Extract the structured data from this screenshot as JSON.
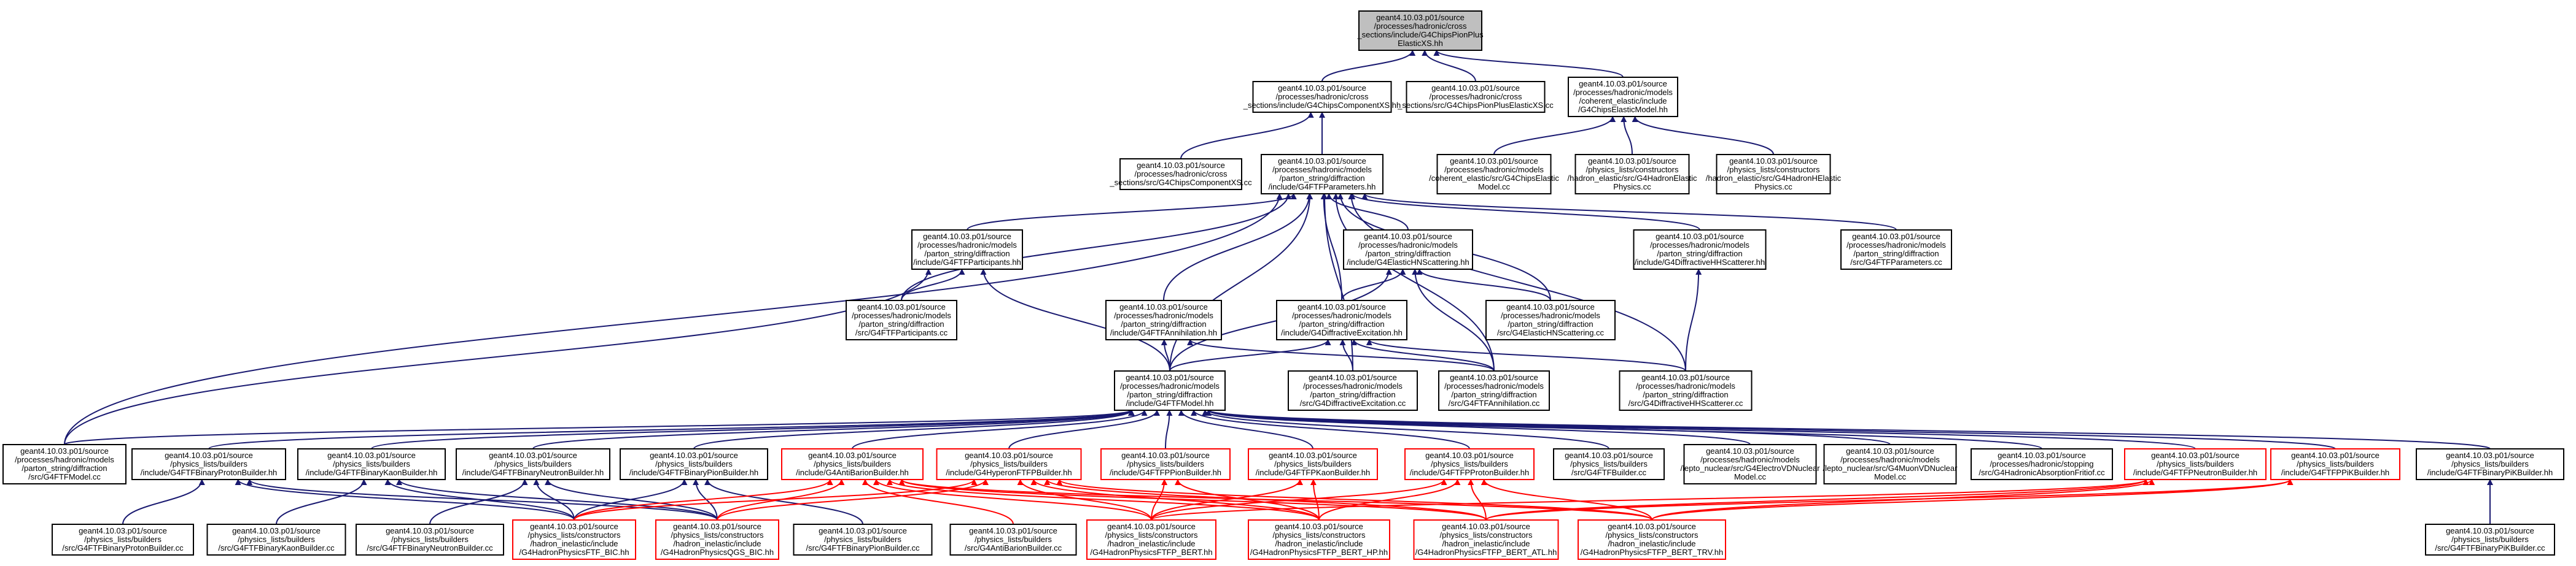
{
  "colors": {
    "edge": "#191970",
    "edge_red": "#ff0000",
    "node_border": "#000000",
    "node_border_red": "#ff0000",
    "root_fill": "#bfbfbf",
    "node_fill": "#ffffff"
  },
  "nodes": [
    {
      "id": "root",
      "lines": [
        "geant4.10.03.p01/source",
        "/processes/hadronic/cross",
        "_sections/include/G4ChipsPionPlus",
        "ElasticXS.hh"
      ],
      "style": "root"
    },
    {
      "id": "compXS_hh",
      "lines": [
        "geant4.10.03.p01/source",
        "/processes/hadronic/cross",
        "_sections/include/G4ChipsComponentXS.hh"
      ]
    },
    {
      "id": "pionplus_cc",
      "lines": [
        "geant4.10.03.p01/source",
        "/processes/hadronic/cross",
        "_sections/src/G4ChipsPionPlusElasticXS.cc"
      ]
    },
    {
      "id": "chipsEl_hh",
      "lines": [
        "geant4.10.03.p01/source",
        "/processes/hadronic/models",
        "/coherent_elastic/include",
        "/G4ChipsElasticModel.hh"
      ]
    },
    {
      "id": "compXS_cc",
      "lines": [
        "geant4.10.03.p01/source",
        "/processes/hadronic/cross",
        "_sections/src/G4ChipsComponentXS.cc"
      ]
    },
    {
      "id": "ftfparams_hh",
      "lines": [
        "geant4.10.03.p01/source",
        "/processes/hadronic/models",
        "/parton_string/diffraction",
        "/include/G4FTFParameters.hh"
      ]
    },
    {
      "id": "chipsEl_cc",
      "lines": [
        "geant4.10.03.p01/source",
        "/processes/hadronic/models",
        "/coherent_elastic/src/G4ChipsElastic",
        "Model.cc"
      ]
    },
    {
      "id": "hadronEl_cc",
      "lines": [
        "geant4.10.03.p01/source",
        "/physics_lists/constructors",
        "/hadron_elastic/src/G4HadronElastic",
        "Physics.cc"
      ]
    },
    {
      "id": "hadronHEl_cc",
      "lines": [
        "geant4.10.03.p01/source",
        "/physics_lists/constructors",
        "/hadron_elastic/src/G4HadronHElastic",
        "Physics.cc"
      ]
    },
    {
      "id": "ftfpart_hh",
      "lines": [
        "geant4.10.03.p01/source",
        "/processes/hadronic/models",
        "/parton_string/diffraction",
        "/include/G4FTFParticipants.hh"
      ]
    },
    {
      "id": "elhn_hh",
      "lines": [
        "geant4.10.03.p01/source",
        "/processes/hadronic/models",
        "/parton_string/diffraction",
        "/include/G4ElasticHNScattering.hh"
      ]
    },
    {
      "id": "diffhh_hh",
      "lines": [
        "geant4.10.03.p01/source",
        "/processes/hadronic/models",
        "/parton_string/diffraction",
        "/include/G4DiffractiveHHScatterer.hh"
      ]
    },
    {
      "id": "ftfparams_cc",
      "lines": [
        "geant4.10.03.p01/source",
        "/processes/hadronic/models",
        "/parton_string/diffraction",
        "/src/G4FTFParameters.cc"
      ]
    },
    {
      "id": "ftfpart_cc",
      "lines": [
        "geant4.10.03.p01/source",
        "/processes/hadronic/models",
        "/parton_string/diffraction",
        "/src/G4FTFParticipants.cc"
      ]
    },
    {
      "id": "ftfann_hh",
      "lines": [
        "geant4.10.03.p01/source",
        "/processes/hadronic/models",
        "/parton_string/diffraction",
        "/include/G4FTFAnnihilation.hh"
      ]
    },
    {
      "id": "diffex_hh",
      "lines": [
        "geant4.10.03.p01/source",
        "/processes/hadronic/models",
        "/parton_string/diffraction",
        "/include/G4DiffractiveExcitation.hh"
      ]
    },
    {
      "id": "elhn_cc",
      "lines": [
        "geant4.10.03.p01/source",
        "/processes/hadronic/models",
        "/parton_string/diffraction",
        "/src/G4ElasticHNScattering.cc"
      ]
    },
    {
      "id": "ftfmodel_hh",
      "lines": [
        "geant4.10.03.p01/source",
        "/processes/hadronic/models",
        "/parton_string/diffraction",
        "/include/G4FTFModel.hh"
      ]
    },
    {
      "id": "diffex_cc",
      "lines": [
        "geant4.10.03.p01/source",
        "/processes/hadronic/models",
        "/parton_string/diffraction",
        "/src/G4DiffractiveExcitation.cc"
      ]
    },
    {
      "id": "ftfann_cc",
      "lines": [
        "geant4.10.03.p01/source",
        "/processes/hadronic/models",
        "/parton_string/diffraction",
        "/src/G4FTFAnnihilation.cc"
      ]
    },
    {
      "id": "diffhh_cc",
      "lines": [
        "geant4.10.03.p01/source",
        "/processes/hadronic/models",
        "/parton_string/diffraction",
        "/src/G4DiffractiveHHScatterer.cc"
      ]
    },
    {
      "id": "ftfmodel_cc",
      "lines": [
        "geant4.10.03.p01/source",
        "/processes/hadronic/models",
        "/parton_string/diffraction",
        "/src/G4FTFModel.cc"
      ]
    },
    {
      "id": "bprot_hh",
      "lines": [
        "geant4.10.03.p01/source",
        "/physics_lists/builders",
        "/include/G4FTFBinaryProtonBuilder.hh"
      ]
    },
    {
      "id": "bkaon_hh",
      "lines": [
        "geant4.10.03.p01/source",
        "/physics_lists/builders",
        "/include/G4FTFBinaryKaonBuilder.hh"
      ]
    },
    {
      "id": "bneut_hh",
      "lines": [
        "geant4.10.03.p01/source",
        "/physics_lists/builders",
        "/include/G4FTFBinaryNeutronBuilder.hh"
      ]
    },
    {
      "id": "bpion_hh",
      "lines": [
        "geant4.10.03.p01/source",
        "/physics_lists/builders",
        "/include/G4FTFBinaryPionBuilder.hh"
      ]
    },
    {
      "id": "antibar_hh",
      "lines": [
        "geant4.10.03.p01/source",
        "/physics_lists/builders",
        "/include/G4AntiBarionBuilder.hh"
      ],
      "style": "red"
    },
    {
      "id": "hyper_hh",
      "lines": [
        "geant4.10.03.p01/source",
        "/physics_lists/builders",
        "/include/G4HyperonFTFPBuilder.hh"
      ],
      "style": "red"
    },
    {
      "id": "fpion_hh",
      "lines": [
        "geant4.10.03.p01/source",
        "/physics_lists/builders",
        "/include/G4FTFPPionBuilder.hh"
      ],
      "style": "red"
    },
    {
      "id": "fkaon_hh",
      "lines": [
        "geant4.10.03.p01/source",
        "/physics_lists/builders",
        "/include/G4FTFPKaonBuilder.hh"
      ],
      "style": "red"
    },
    {
      "id": "fprot_hh",
      "lines": [
        "geant4.10.03.p01/source",
        "/physics_lists/builders",
        "/include/G4FTFPProtonBuilder.hh"
      ],
      "style": "red"
    },
    {
      "id": "ftfbuilder_cc",
      "lines": [
        "geant4.10.03.p01/source",
        "/physics_lists/builders",
        "/src/G4FTFBuilder.cc"
      ]
    },
    {
      "id": "ionvd_cc",
      "lines": [
        "geant4.10.03.p01/source",
        "/processes/hadronic/models",
        "/lepto_nuclear/src/G4ElectroVDNuclear",
        "Model.cc"
      ]
    },
    {
      "id": "muonvd_cc",
      "lines": [
        "geant4.10.03.p01/source",
        "/processes/hadronic/models",
        "/lepto_nuclear/src/G4MuonVDNuclear",
        "Model.cc"
      ]
    },
    {
      "id": "absfritiof_cc",
      "lines": [
        "geant4.10.03.p01/source",
        "/processes/hadronic/stopping",
        "/src/G4HadronicAbsorptionFritiof.cc"
      ]
    },
    {
      "id": "fneut_hh",
      "lines": [
        "geant4.10.03.p01/source",
        "/physics_lists/builders",
        "/include/G4FTFPNeutronBuilder.hh"
      ],
      "style": "red"
    },
    {
      "id": "fpik_hh",
      "lines": [
        "geant4.10.03.p01/source",
        "/physics_lists/builders",
        "/include/G4FTFPPiKBuilder.hh"
      ],
      "style": "red"
    },
    {
      "id": "bpik_hh",
      "lines": [
        "geant4.10.03.p01/source",
        "/physics_lists/builders",
        "/include/G4FTFBinaryPiKBuilder.hh"
      ]
    },
    {
      "id": "bprot_cc",
      "lines": [
        "geant4.10.03.p01/source",
        "/physics_lists/builders",
        "/src/G4FTFBinaryProtonBuilder.cc"
      ]
    },
    {
      "id": "bkaon_cc",
      "lines": [
        "geant4.10.03.p01/source",
        "/physics_lists/builders",
        "/src/G4FTFBinaryKaonBuilder.cc"
      ]
    },
    {
      "id": "bneut_cc",
      "lines": [
        "geant4.10.03.p01/source",
        "/physics_lists/builders",
        "/src/G4FTFBinaryNeutronBuilder.cc"
      ]
    },
    {
      "id": "ftfbic_hh",
      "lines": [
        "geant4.10.03.p01/source",
        "/physics_lists/constructors",
        "/hadron_inelastic/include",
        "/G4HadronPhysicsFTF_BIC.hh"
      ],
      "style": "red"
    },
    {
      "id": "qgsbic_hh",
      "lines": [
        "geant4.10.03.p01/source",
        "/physics_lists/constructors",
        "/hadron_inelastic/include",
        "/G4HadronPhysicsQGS_BIC.hh"
      ],
      "style": "red"
    },
    {
      "id": "bpion_cc",
      "lines": [
        "geant4.10.03.p01/source",
        "/physics_lists/builders",
        "/src/G4FTFBinaryPionBuilder.cc"
      ]
    },
    {
      "id": "antibar_cc",
      "lines": [
        "geant4.10.03.p01/source",
        "/physics_lists/builders",
        "/src/G4AntiBarionBuilder.cc"
      ]
    },
    {
      "id": "ftfpbert_hh",
      "lines": [
        "geant4.10.03.p01/source",
        "/physics_lists/constructors",
        "/hadron_inelastic/include",
        "/G4HadronPhysicsFTFP_BERT.hh"
      ],
      "style": "red"
    },
    {
      "id": "ftfpbhp_hh",
      "lines": [
        "geant4.10.03.p01/source",
        "/physics_lists/constructors",
        "/hadron_inelastic/include",
        "/G4HadronPhysicsFTFP_BERT_HP.hh"
      ],
      "style": "red"
    },
    {
      "id": "ftfpatl_hh",
      "lines": [
        "geant4.10.03.p01/source",
        "/physics_lists/constructors",
        "/hadron_inelastic/include",
        "/G4HadronPhysicsFTFP_BERT_ATL.hh"
      ],
      "style": "red"
    },
    {
      "id": "ftfptrv_hh",
      "lines": [
        "geant4.10.03.p01/source",
        "/physics_lists/constructors",
        "/hadron_inelastic/include",
        "/G4HadronPhysicsFTFP_BERT_TRV.hh"
      ],
      "style": "red"
    },
    {
      "id": "bpik_cc",
      "lines": [
        "geant4.10.03.p01/source",
        "/physics_lists/builders",
        "/src/G4FTFBinaryPiKBuilder.cc"
      ]
    }
  ],
  "edges": [
    [
      "compXS_hh",
      "root"
    ],
    [
      "pionplus_cc",
      "root"
    ],
    [
      "chipsEl_hh",
      "root"
    ],
    [
      "compXS_cc",
      "compXS_hh"
    ],
    [
      "ftfparams_hh",
      "compXS_hh"
    ],
    [
      "chipsEl_cc",
      "chipsEl_hh"
    ],
    [
      "hadronEl_cc",
      "chipsEl_hh"
    ],
    [
      "hadronHEl_cc",
      "chipsEl_hh"
    ],
    [
      "ftfpart_hh",
      "ftfparams_hh"
    ],
    [
      "elhn_hh",
      "ftfparams_hh"
    ],
    [
      "diffhh_hh",
      "ftfparams_hh"
    ],
    [
      "ftfparams_cc",
      "ftfparams_hh"
    ],
    [
      "ftfpart_cc",
      "ftfparams_hh"
    ],
    [
      "ftfann_hh",
      "ftfparams_hh"
    ],
    [
      "diffex_hh",
      "ftfparams_hh"
    ],
    [
      "elhn_cc",
      "ftfparams_hh"
    ],
    [
      "ftfmodel_hh",
      "ftfparams_hh"
    ],
    [
      "ftfmodel_cc",
      "ftfparams_hh"
    ],
    [
      "diffex_cc",
      "ftfparams_hh"
    ],
    [
      "ftfann_cc",
      "ftfparams_hh"
    ],
    [
      "diffhh_cc",
      "ftfparams_hh"
    ],
    [
      "ftfpart_cc",
      "ftfpart_hh"
    ],
    [
      "ftfmodel_hh",
      "ftfpart_hh"
    ],
    [
      "ftfmodel_cc",
      "ftfpart_hh"
    ],
    [
      "diffex_hh",
      "elhn_hh"
    ],
    [
      "elhn_cc",
      "elhn_hh"
    ],
    [
      "ftfmodel_hh",
      "elhn_hh"
    ],
    [
      "ftfann_cc",
      "elhn_hh"
    ],
    [
      "diffhh_cc",
      "diffhh_hh"
    ],
    [
      "ftfmodel_hh",
      "ftfann_hh"
    ],
    [
      "ftfann_cc",
      "ftfann_hh"
    ],
    [
      "ftfmodel_hh",
      "diffex_hh"
    ],
    [
      "diffex_cc",
      "diffex_hh"
    ],
    [
      "ftfann_cc",
      "diffex_hh"
    ],
    [
      "diffhh_cc",
      "diffex_hh"
    ],
    [
      "ftfmodel_cc",
      "ftfmodel_hh"
    ],
    [
      "bprot_hh",
      "ftfmodel_hh"
    ],
    [
      "bkaon_hh",
      "ftfmodel_hh"
    ],
    [
      "bneut_hh",
      "ftfmodel_hh"
    ],
    [
      "bpion_hh",
      "ftfmodel_hh"
    ],
    [
      "antibar_hh",
      "ftfmodel_hh"
    ],
    [
      "hyper_hh",
      "ftfmodel_hh"
    ],
    [
      "fpion_hh",
      "ftfmodel_hh"
    ],
    [
      "fkaon_hh",
      "ftfmodel_hh"
    ],
    [
      "fprot_hh",
      "ftfmodel_hh"
    ],
    [
      "ftfbuilder_cc",
      "ftfmodel_hh"
    ],
    [
      "ionvd_cc",
      "ftfmodel_hh"
    ],
    [
      "muonvd_cc",
      "ftfmodel_hh"
    ],
    [
      "absfritiof_cc",
      "ftfmodel_hh"
    ],
    [
      "fneut_hh",
      "ftfmodel_hh"
    ],
    [
      "fpik_hh",
      "ftfmodel_hh"
    ],
    [
      "bpik_hh",
      "ftfmodel_hh"
    ],
    [
      "bprot_cc",
      "bprot_hh"
    ],
    [
      "ftfbic_hh",
      "bprot_hh"
    ],
    [
      "qgsbic_hh",
      "bprot_hh"
    ],
    [
      "bkaon_cc",
      "bkaon_hh"
    ],
    [
      "ftfbic_hh",
      "bkaon_hh"
    ],
    [
      "qgsbic_hh",
      "bkaon_hh"
    ],
    [
      "bneut_cc",
      "bneut_hh"
    ],
    [
      "ftfbic_hh",
      "bneut_hh"
    ],
    [
      "qgsbic_hh",
      "bneut_hh"
    ],
    [
      "bpion_cc",
      "bpion_hh"
    ],
    [
      "ftfbic_hh",
      "bpion_hh"
    ],
    [
      "qgsbic_hh",
      "bpion_hh"
    ],
    [
      "antibar_cc",
      "antibar_hh",
      "red"
    ],
    [
      "ftfbic_hh",
      "antibar_hh",
      "red"
    ],
    [
      "qgsbic_hh",
      "antibar_hh",
      "red"
    ],
    [
      "ftfpbert_hh",
      "antibar_hh",
      "red"
    ],
    [
      "ftfpbhp_hh",
      "antibar_hh",
      "red"
    ],
    [
      "ftfpatl_hh",
      "antibar_hh",
      "red"
    ],
    [
      "ftfptrv_hh",
      "antibar_hh",
      "red"
    ],
    [
      "ftfbic_hh",
      "hyper_hh",
      "red"
    ],
    [
      "qgsbic_hh",
      "hyper_hh",
      "red"
    ],
    [
      "ftfpbert_hh",
      "hyper_hh",
      "red"
    ],
    [
      "ftfpbhp_hh",
      "hyper_hh",
      "red"
    ],
    [
      "ftfpatl_hh",
      "hyper_hh",
      "red"
    ],
    [
      "ftfptrv_hh",
      "hyper_hh",
      "red"
    ],
    [
      "ftfpbert_hh",
      "fpion_hh",
      "red"
    ],
    [
      "ftfpbhp_hh",
      "fpion_hh",
      "red"
    ],
    [
      "ftfpbert_hh",
      "fkaon_hh",
      "red"
    ],
    [
      "ftfpbhp_hh",
      "fkaon_hh",
      "red"
    ],
    [
      "ftfpbert_hh",
      "fprot_hh",
      "red"
    ],
    [
      "ftfpbhp_hh",
      "fprot_hh",
      "red"
    ],
    [
      "ftfpatl_hh",
      "fprot_hh",
      "red"
    ],
    [
      "ftfptrv_hh",
      "fprot_hh",
      "red"
    ],
    [
      "ftfpbert_hh",
      "fneut_hh",
      "red"
    ],
    [
      "ftfpatl_hh",
      "fneut_hh",
      "red"
    ],
    [
      "ftfptrv_hh",
      "fneut_hh",
      "red"
    ],
    [
      "ftfpatl_hh",
      "fpik_hh",
      "red"
    ],
    [
      "ftfptrv_hh",
      "fpik_hh",
      "red"
    ],
    [
      "bpik_cc",
      "bpik_hh"
    ]
  ]
}
